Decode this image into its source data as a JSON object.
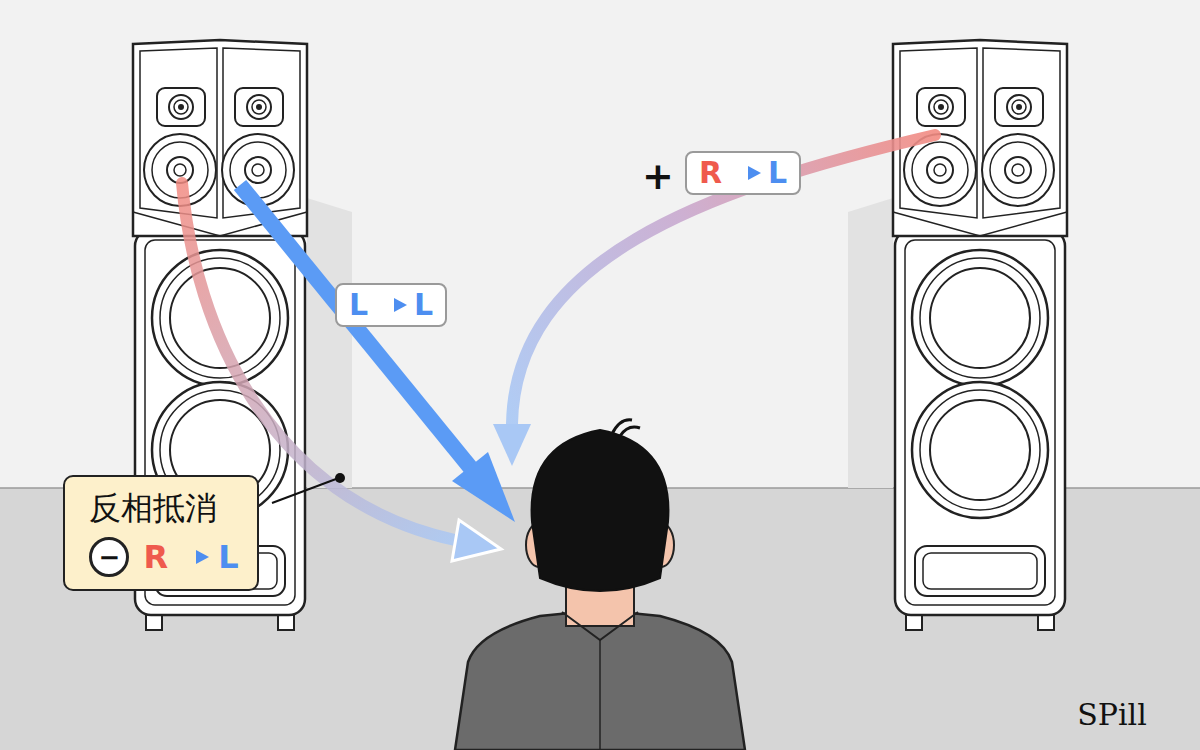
{
  "diagram": {
    "nodes": [
      {
        "text": [
          "R",
          "L"
        ]
      },
      {
        "text": [
          "L",
          "L"
        ]
      },
      {
        "text": [
          "反相抵消",
          "−",
          "R",
          "L"
        ]
      }
    ],
    "labels": [
      "+",
      "SPill"
    ]
  }
}
